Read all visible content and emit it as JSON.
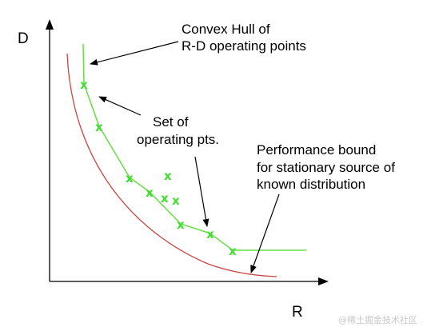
{
  "diagram": {
    "axes": {
      "y_label": "D",
      "x_label": "R"
    },
    "annotations": {
      "convex_hull": [
        "Convex Hull of",
        "R-D operating points"
      ],
      "operating_points": [
        "Set of",
        "operating pts."
      ],
      "performance_bound": [
        "Performance bound",
        "for stationary source of",
        "known distribution"
      ]
    },
    "point_marker": "x",
    "colors": {
      "axis": "#000000",
      "convex_hull_line": "#66dd44",
      "operating_points": "#44dd33",
      "performance_bound": "#cc4444",
      "arrow": "#000000"
    }
  },
  "watermark": {
    "text": "@稀土掘金技术社区"
  }
}
